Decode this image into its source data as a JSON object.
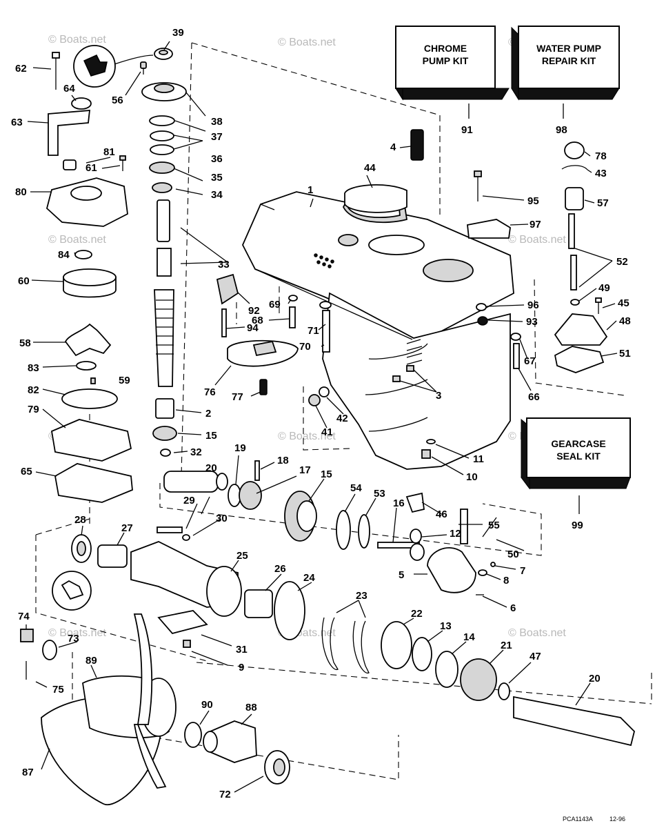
{
  "watermark": "© Boats.net",
  "kits": {
    "chrome_pump": {
      "line1": "CHROME",
      "line2": "PUMP KIT",
      "ref": "91"
    },
    "water_pump": {
      "line1": "WATER PUMP",
      "line2": "REPAIR KIT",
      "ref": "98"
    },
    "gearcase_seal": {
      "line1": "GEARCASE",
      "line2": "SEAL KIT",
      "ref": "99"
    }
  },
  "callouts": [
    "39",
    "62",
    "64",
    "56",
    "38",
    "63",
    "37",
    "36",
    "81",
    "61",
    "35",
    "34",
    "80",
    "33",
    "84",
    "60",
    "58",
    "83",
    "59",
    "82",
    "79",
    "65",
    "2",
    "15",
    "32",
    "20",
    "19",
    "18",
    "17",
    "29",
    "30",
    "28",
    "27",
    "25",
    "26",
    "24",
    "74",
    "73",
    "89",
    "75",
    "87",
    "90",
    "88",
    "72",
    "9",
    "31",
    "23",
    "22",
    "13",
    "14",
    "21",
    "47",
    "20",
    "16",
    "53",
    "54",
    "15",
    "46",
    "55",
    "12",
    "50",
    "5",
    "7",
    "8",
    "6",
    "4",
    "44",
    "1",
    "95",
    "97",
    "78",
    "43",
    "57",
    "52",
    "49",
    "45",
    "96",
    "93",
    "48",
    "67",
    "51",
    "66",
    "92",
    "69",
    "68",
    "71",
    "70",
    "94",
    "76",
    "77",
    "3",
    "42",
    "41",
    "11",
    "10"
  ],
  "drawing_code": "PCA1143A",
  "drawing_date": "12-96"
}
